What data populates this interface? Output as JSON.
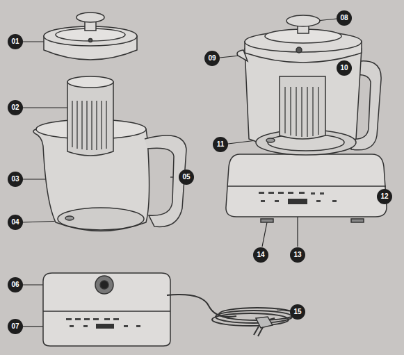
{
  "diagram": {
    "labels": [
      "01",
      "02",
      "03",
      "04",
      "05",
      "06",
      "07",
      "08",
      "09",
      "10",
      "11",
      "12",
      "13",
      "14",
      "15"
    ]
  }
}
